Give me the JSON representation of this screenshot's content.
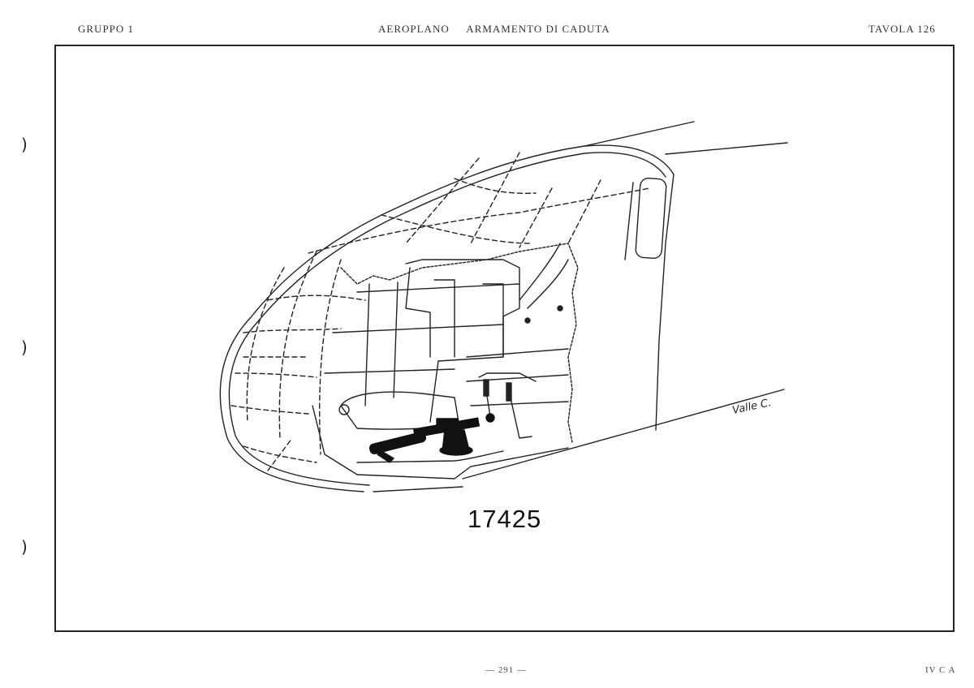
{
  "header": {
    "group": "GRUPPO 1",
    "title": "AEROPLANO     ARMAMENTO DI CADUTA",
    "plate": "TAVOLA 126"
  },
  "drawing": {
    "number": "17425",
    "signature": "Valle C.",
    "subject_icon": "aircraft-nose-gun-position-icon"
  },
  "footer": {
    "page": "— 291 —",
    "code": "IV C A"
  },
  "binding_marks": [
    ")",
    ")",
    ")"
  ]
}
